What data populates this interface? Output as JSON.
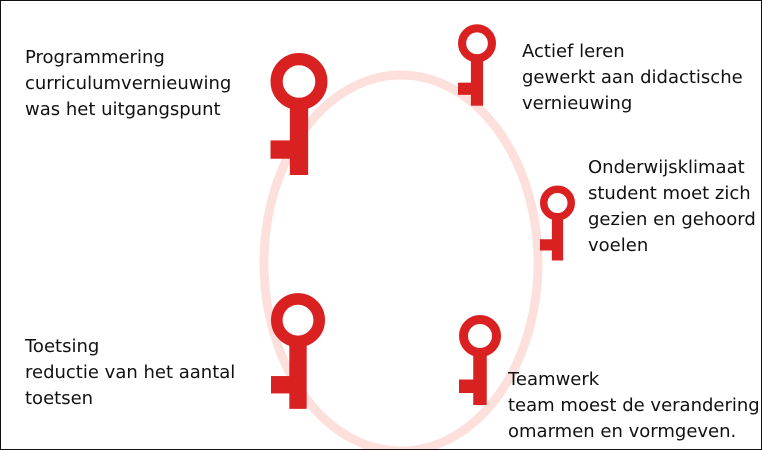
{
  "colors": {
    "key": "#d92121",
    "ring": "#fde0dc",
    "text": "#111111",
    "background": "#ffffff"
  },
  "icons": [
    "key-icon"
  ],
  "items": {
    "programmering": {
      "title": "Programmering",
      "line1": "curriculumvernieuwing",
      "line2": "was het uitgangspunt"
    },
    "actief_leren": {
      "title": "Actief leren",
      "line1": "gewerkt aan didactische",
      "line2": "vernieuwing"
    },
    "onderwijsklimaat": {
      "title": "Onderwijsklimaat",
      "line1": "student moet zich",
      "line2": "gezien en gehoord",
      "line3": "voelen"
    },
    "toetsing": {
      "title": "Toetsing",
      "line1": "reductie van het aantal",
      "line2": "toetsen"
    },
    "teamwerk": {
      "title": "Teamwerk",
      "line1": "team moest de verandering",
      "line2": "omarmen en vormgeven."
    }
  }
}
